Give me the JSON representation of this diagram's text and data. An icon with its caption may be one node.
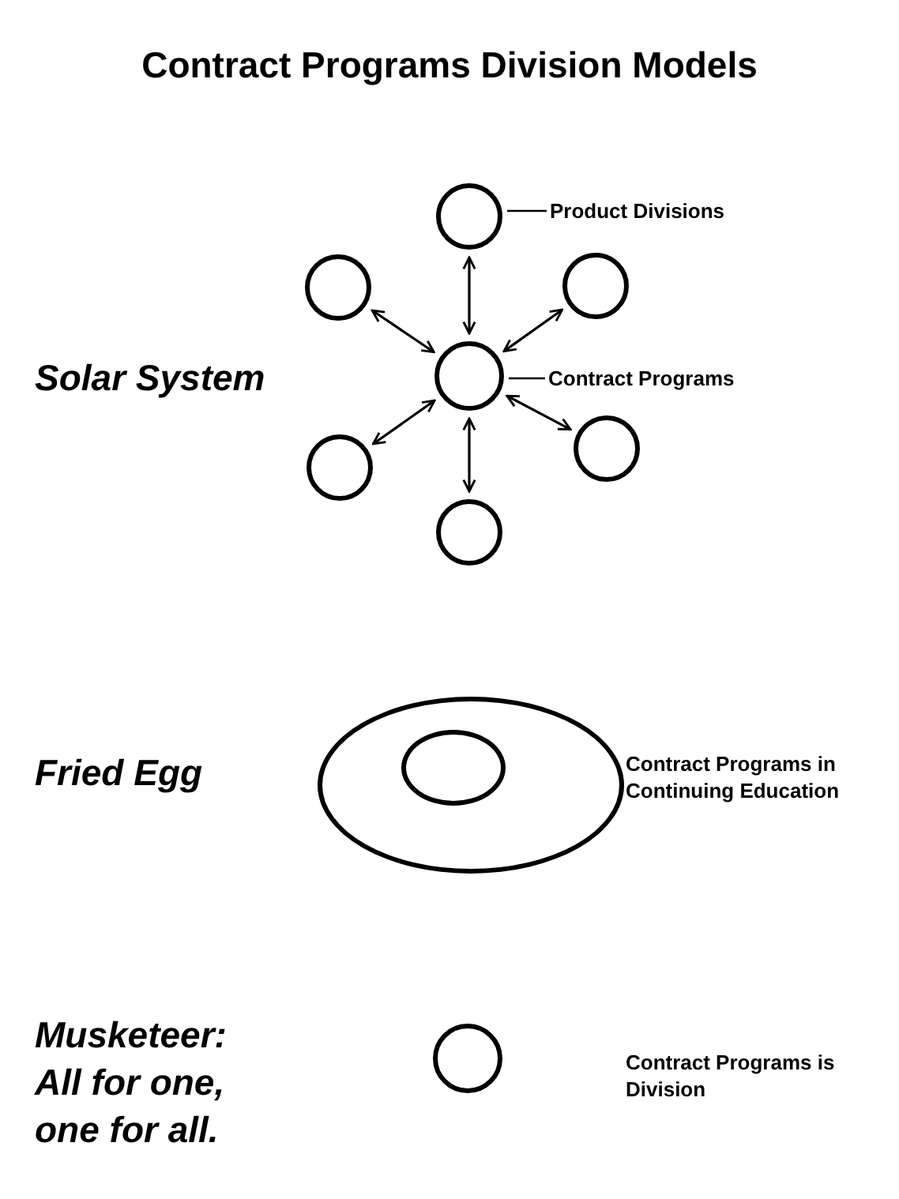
{
  "diagram": {
    "title": "Contract Programs Division Models",
    "nodes": [
      {
        "text": [],
        "shape": "circle"
      },
      {
        "text": [
          "Product Divisions"
        ]
      },
      {
        "text": [],
        "shape": "circle"
      },
      {
        "text": [],
        "shape": "circle"
      },
      {
        "text": [],
        "shape": "circle"
      },
      {
        "text": [
          "Contract Programs"
        ]
      },
      {
        "text": [],
        "shape": "circle"
      },
      {
        "text": [],
        "shape": "circle"
      },
      {
        "text": [],
        "shape": "circle"
      },
      {
        "text": [],
        "shape": "ellipse",
        "beside": [
          "Contract Programs in Continuing Education"
        ]
      },
      {
        "text": [],
        "shape": "ellipse",
        "in": 9
      },
      {
        "text": [],
        "shape": "circle"
      }
    ],
    "edges": [
      {
        "from": 1,
        "to": 0,
        "arrow": "none"
      },
      {
        "from": 4,
        "to": 0,
        "arrow": "both"
      },
      {
        "from": 4,
        "to": 2,
        "arrow": "both"
      },
      {
        "from": 4,
        "to": 3,
        "arrow": "both"
      },
      {
        "from": 5,
        "to": 4,
        "arrow": "none"
      },
      {
        "from": 4,
        "to": 6,
        "arrow": "both"
      },
      {
        "from": 4,
        "to": 7,
        "arrow": "both"
      },
      {
        "from": 4,
        "to": 8,
        "arrow": "both"
      }
    ],
    "labels": [
      "Solar System",
      "Fried Egg",
      "Musketeer: All for one, one for all.",
      "Contract Programs is Division"
    ]
  }
}
